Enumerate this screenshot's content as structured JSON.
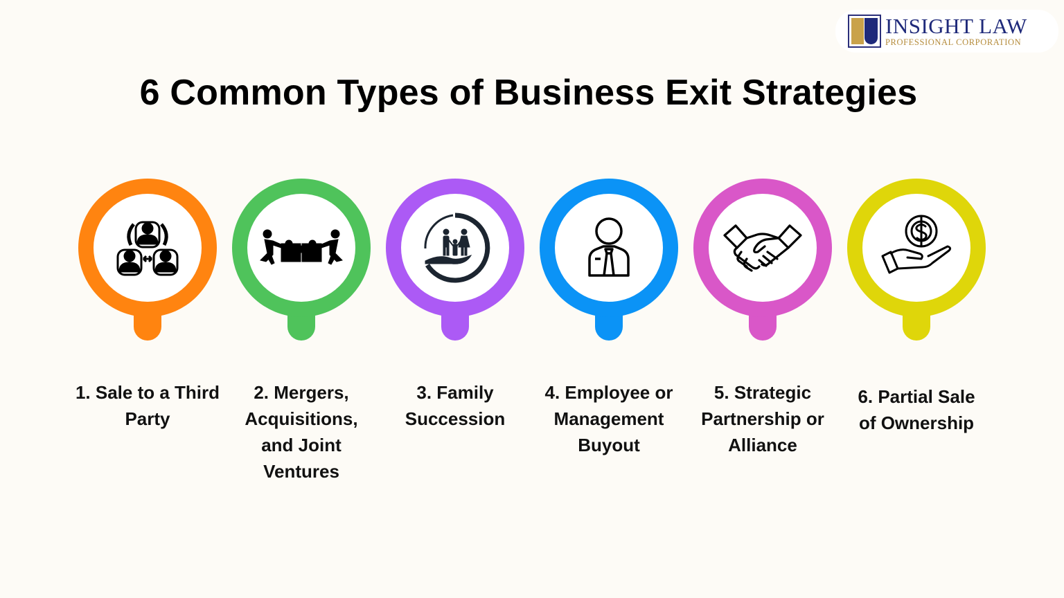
{
  "logo": {
    "name": "INSIGHT LAW",
    "subtitle": "PROFESSIONAL CORPORATION",
    "colors": {
      "navy": "#1f2a7a",
      "gold": "#c9a24a"
    }
  },
  "title": "6 Common Types of Business Exit Strategies",
  "items": [
    {
      "number": "1.",
      "label": "1. Sale to a Third Party",
      "lines": [
        "1. Sale to a Third",
        "Party"
      ],
      "icon": "people-exchange-icon",
      "color": "#ff8410"
    },
    {
      "number": "2.",
      "label": "2. Mergers, Acquisitions, and Joint Ventures",
      "lines": [
        "2. Mergers,",
        "Acquisitions,",
        "and Joint",
        "Ventures"
      ],
      "icon": "puzzle-push-icon",
      "color": "#4fc35b"
    },
    {
      "number": "3.",
      "label": "3. Family Succession",
      "lines": [
        "3. Family",
        "Succession"
      ],
      "icon": "family-hand-icon",
      "color": "#ac5af5"
    },
    {
      "number": "4.",
      "label": "4. Employee or Management Buyout",
      "lines": [
        "4. Employee or",
        "Management",
        "Buyout"
      ],
      "icon": "employee-tie-icon",
      "color": "#0b93f6"
    },
    {
      "number": "5.",
      "label": "5. Strategic Partnership or Alliance",
      "lines": [
        "5. Strategic",
        "Partnership or",
        "Alliance"
      ],
      "icon": "handshake-icon",
      "color": "#d957c8"
    },
    {
      "number": "6.",
      "label": "6. Partial Sale of Ownership",
      "lines": [
        "6. Partial Sale",
        "of Ownership"
      ],
      "icon": "hand-coin-icon",
      "color": "#dfd60a"
    }
  ]
}
